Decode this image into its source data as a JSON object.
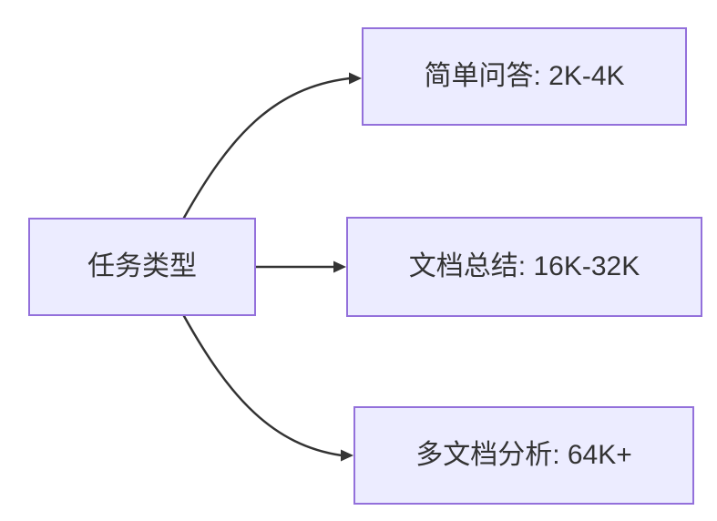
{
  "diagram": {
    "type": "flowchart",
    "direction": "left-to-right",
    "root": {
      "id": "task-type",
      "label": "任务类型"
    },
    "branches": [
      {
        "id": "simple-qa",
        "label": "简单问答: 2K-4K"
      },
      {
        "id": "doc-summary",
        "label": "文档总结: 16K-32K"
      },
      {
        "id": "multi-doc-analysis",
        "label": "多文档分析: 64K+"
      }
    ],
    "edges": [
      {
        "from": "task-type",
        "to": "simple-qa"
      },
      {
        "from": "task-type",
        "to": "doc-summary"
      },
      {
        "from": "task-type",
        "to": "multi-doc-analysis"
      }
    ],
    "colors": {
      "background": "#FFFFFF",
      "node_fill": "#ECECFF",
      "node_border": "#9370DB",
      "edge": "#333333",
      "text": "#333333"
    }
  }
}
